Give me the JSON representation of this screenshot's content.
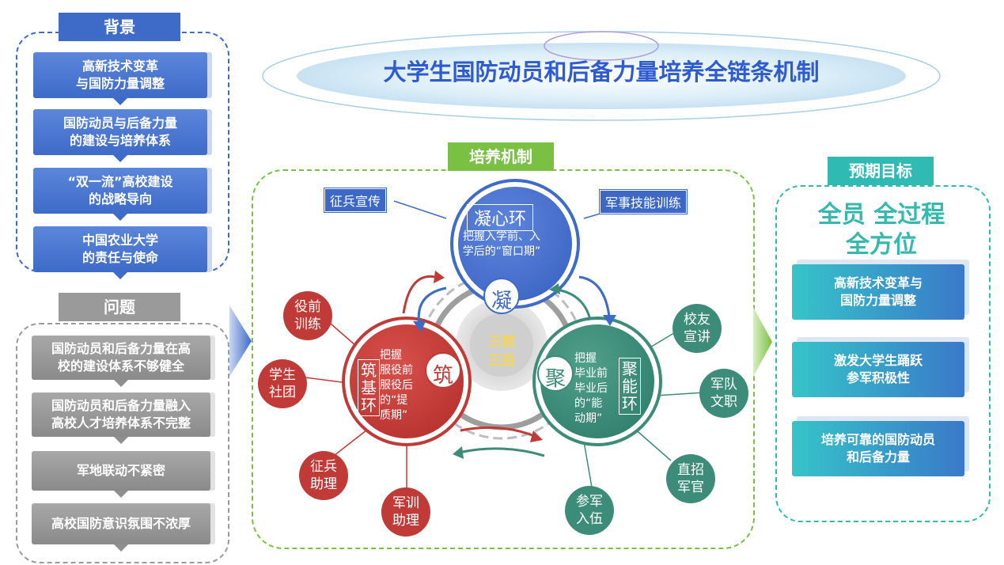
{
  "title": "大学生国防动员和后备力量培养全链条机制",
  "background": {
    "header": "背景",
    "items": [
      "高新技术变革\n与国防力量调整",
      "国防动员与后备力量\n的建设与培养体系",
      "“双一流”高校建设\n的战略导向",
      "中国农业大学\n的责任与使命"
    ]
  },
  "problems": {
    "header": "问题",
    "items": [
      "国防动员和后备力量在高\n校的建设体系不够健全",
      "国防动员和后备力量融入\n高校人才培养体系不完整",
      "军地联动不紧密",
      "高校国防意识氛围不浓厚"
    ]
  },
  "mechanism": {
    "header": "培养机制",
    "center": "三前\n三后",
    "top_ring": {
      "name": "凝心环",
      "text": "把握入学前、入\n学后的“窗口期”",
      "glyph": "凝"
    },
    "left_ring": {
      "name": "筑\n基\n环",
      "text": "把握\n服役前\n服役后\n的“提\n质期”",
      "glyph": "筑"
    },
    "right_ring": {
      "name": "聚\n能\n环",
      "text": "把握\n毕业前\n毕业后\n的“能\n动期”",
      "glyph": "聚"
    },
    "tags": [
      "征兵宣传",
      "军事技能训练"
    ],
    "left_nodes": [
      "役前\n训练",
      "学生\n社团",
      "征兵\n助理",
      "军训\n助理"
    ],
    "right_nodes": [
      "校友\n宣讲",
      "军队\n文职",
      "直招\n军官",
      "参军\n入伍"
    ]
  },
  "goals": {
    "header": "预期目标",
    "headline_1": "全员 全过程",
    "headline_2": "全方位",
    "items": [
      "高新技术变革与\n国防力量调整",
      "激发大学生踊跃\n参军积极性",
      "培养可靠的国防动员\n和后备力量"
    ]
  },
  "colors": {
    "blue": "#3e6bc8",
    "red": "#c03b37",
    "green": "#3d8c7a",
    "lime": "#79c043",
    "teal": "#2fbab4"
  }
}
